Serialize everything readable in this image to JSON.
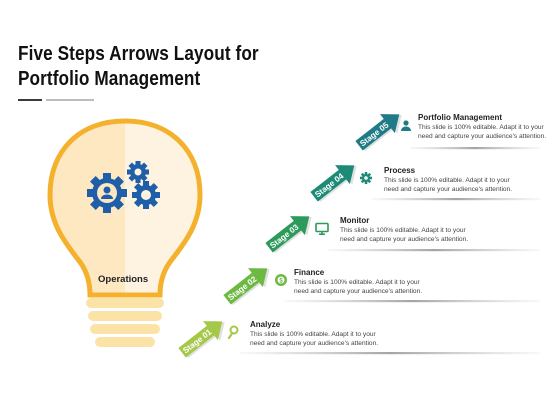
{
  "title": "Five Steps Arrows Layout for Portfolio Management",
  "bulb": {
    "label": "Operations",
    "colors": {
      "outline": "#f4b12d",
      "fill_left": "#fde8c2",
      "fill_right": "#fdf3e0",
      "gear": "#1f5ea8",
      "base": "#fbe3a8"
    }
  },
  "steps": [
    {
      "stage": "Stage 01",
      "title": "Analyze",
      "desc_line1": "This slide is 100% editable. Adapt it to your",
      "desc_line2": "need and capture your audience's attention.",
      "color": "#a6c84a",
      "icon": "magnifier-icon"
    },
    {
      "stage": "Stage 02",
      "title": "Finance",
      "desc_line1": "This slide is 100% editable. Adapt it to your",
      "desc_line2": "need and capture your audience's attention.",
      "color": "#6db944",
      "icon": "money-icon"
    },
    {
      "stage": "Stage 03",
      "title": "Monitor",
      "desc_line1": "This slide is 100% editable. Adapt it to your",
      "desc_line2": "need and capture your audience's attention.",
      "color": "#2c9a5a",
      "icon": "monitor-icon"
    },
    {
      "stage": "Stage 04",
      "title": "Process",
      "desc_line1": "This slide is 100% editable. Adapt it to your",
      "desc_line2": "need and capture your audience's attention.",
      "color": "#1d8a78",
      "icon": "gear-icon"
    },
    {
      "stage": "Stage 05",
      "title": "Portfolio Management",
      "desc_line1": "This slide is 100% editable. Adapt it to your",
      "desc_line2": "need and capture your audience's attention.",
      "color": "#1f7b86",
      "icon": "person-icon"
    }
  ]
}
